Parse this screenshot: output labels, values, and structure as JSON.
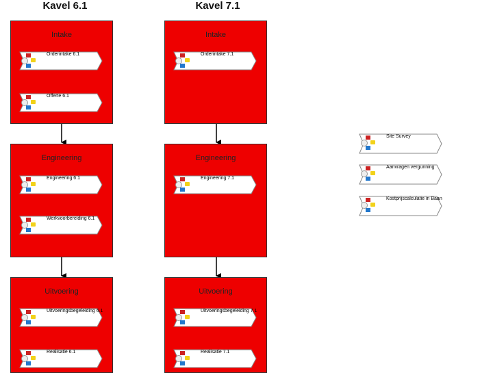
{
  "columns": [
    {
      "title": "Kavel 6.1",
      "phases": [
        {
          "title": "Intake",
          "cards": [
            "Orderintake 6.1",
            "Offerte 6.1"
          ]
        },
        {
          "title": "Engineering",
          "cards": [
            "Engineering 6.1",
            "Werkvoorbereiding 6.1"
          ]
        },
        {
          "title": "Uitvoering",
          "cards": [
            "Uitvoeringsbegeleiding 6.1",
            "Realisatie 6.1"
          ]
        }
      ]
    },
    {
      "title": "Kavel 7.1",
      "phases": [
        {
          "title": "Intake",
          "cards": [
            "Orderintake 7.1"
          ]
        },
        {
          "title": "Engineering",
          "cards": [
            "Engineering 7.1"
          ]
        },
        {
          "title": "Uitvoering",
          "cards": [
            "Uitvoeringsbegeleiding 7.1",
            "Realisatie 7.1"
          ]
        }
      ]
    }
  ],
  "standalone": [
    "Site Survey",
    "Aanvragen vergunning",
    "Kostprijscalculatie in Baan"
  ],
  "colors": {
    "phase_fill": "#ee0000",
    "card_fill": "#ffffff",
    "arrow": "#000000"
  }
}
